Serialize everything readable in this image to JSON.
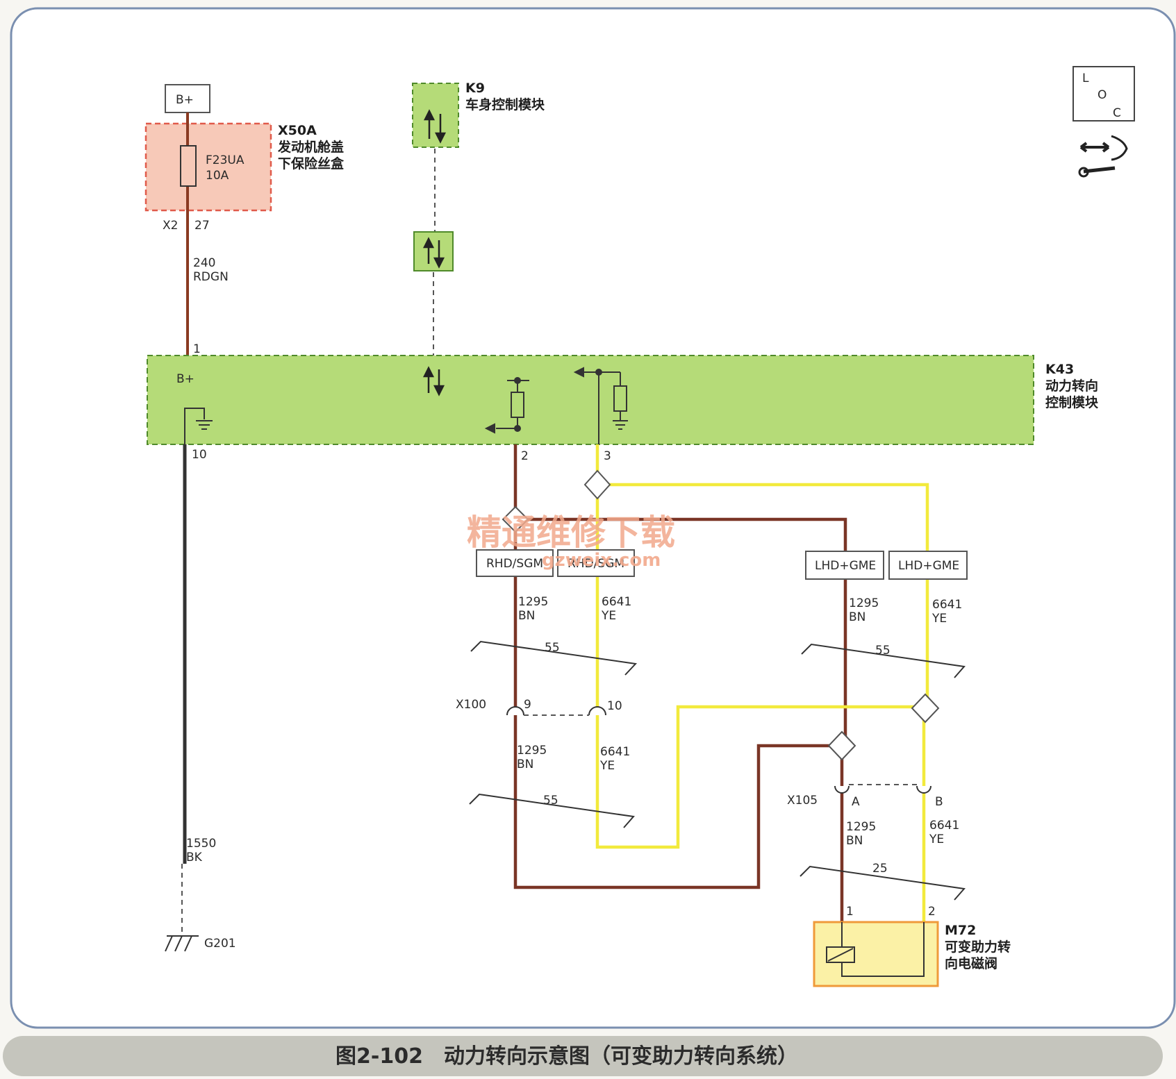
{
  "caption": "图2-102　动力转向示意图（可变助力转向系统）",
  "watermark": {
    "line1": "精通维修下载",
    "line2": "gzweix.com"
  },
  "loc_box": {
    "letters": [
      "L",
      "O",
      "C"
    ]
  },
  "power_source": {
    "label": "B+"
  },
  "x50a": {
    "id": "X50A",
    "name_line1": "发动机舱盖",
    "name_line2": "下保险丝盒",
    "fuse_name": "F23UA",
    "fuse_rating": "10A",
    "connector": "X2",
    "pin": "27"
  },
  "k9": {
    "id": "K9",
    "name": "车身控制模块"
  },
  "k43": {
    "id": "K43",
    "name_line1": "动力转向",
    "name_line2": "控制模块",
    "bplus_label": "B+",
    "pin_power": "1",
    "pin_ground": "10",
    "pin_signal_a": "2",
    "pin_signal_b": "3"
  },
  "wires": {
    "w240": {
      "circuit": "240",
      "color": "RDGN"
    },
    "w1550": {
      "circuit": "1550",
      "color": "BK"
    },
    "bn_left_top": {
      "circuit": "1295",
      "color": "BN"
    },
    "ye_left_top": {
      "circuit": "6641",
      "color": "YE"
    },
    "bn_right_top": {
      "circuit": "1295",
      "color": "BN"
    },
    "ye_right_top": {
      "circuit": "6641",
      "color": "YE"
    },
    "bn_left_mid": {
      "circuit": "1295",
      "color": "BN"
    },
    "ye_left_mid": {
      "circuit": "6641",
      "color": "YE"
    },
    "bn_bottom": {
      "circuit": "1295",
      "color": "BN"
    },
    "ye_bottom": {
      "circuit": "6641",
      "color": "YE"
    }
  },
  "options": {
    "rhd_a": "RHD/SGM",
    "rhd_b": "RHD/SGM",
    "lhd_a": "LHD+GME",
    "lhd_b": "LHD+GME"
  },
  "harness_numbers": {
    "h1": "55",
    "h2": "55",
    "h3": "55",
    "h4": "25"
  },
  "x100": {
    "id": "X100",
    "pin_a": "9",
    "pin_b": "10"
  },
  "x105": {
    "id": "X105",
    "pin_a": "A",
    "pin_b": "B"
  },
  "ground": {
    "id": "G201"
  },
  "m72": {
    "id": "M72",
    "name_line1": "可变助力转",
    "name_line2": "向电磁阀",
    "pin1": "1",
    "pin2": "2"
  },
  "colors": {
    "wire_yellow": "#f2ea3c",
    "wire_brown": "#7a3526",
    "module_green": "#b5db78",
    "fuse_box_pink": "#f7c9b8",
    "solenoid_yellow": "#fbf1a6"
  }
}
